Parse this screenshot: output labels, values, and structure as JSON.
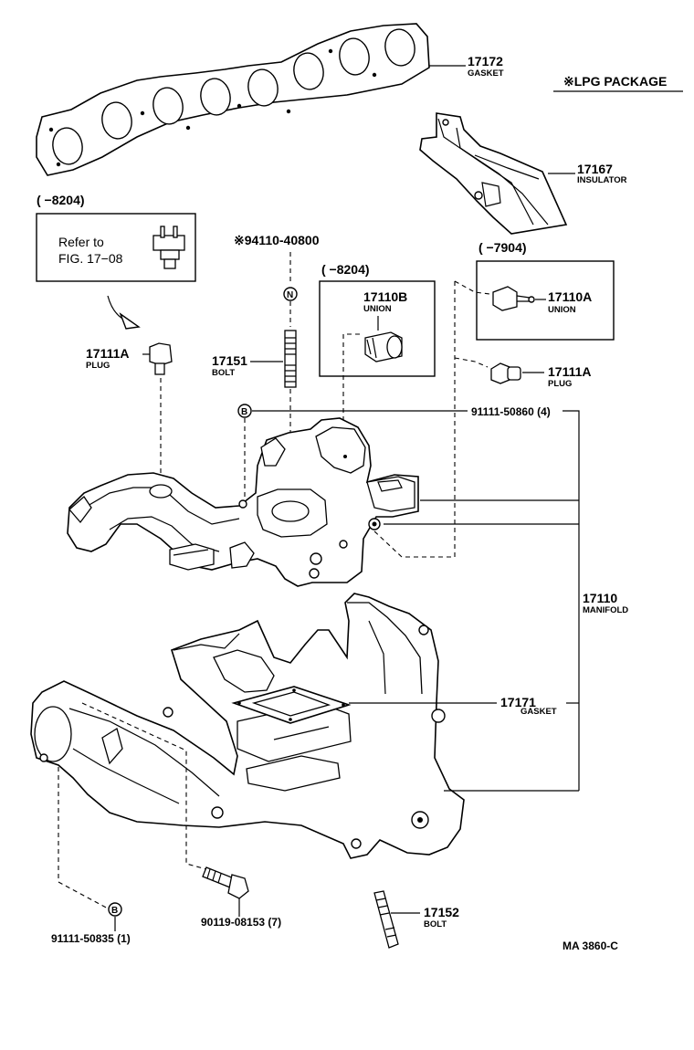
{
  "lpg_note": "※LPG PACKAGE",
  "ref_box": {
    "line1": "Refer to",
    "line2": "FIG. 17−08"
  },
  "ranges": {
    "r8204": "(     −8204)",
    "r7904": "(     −7904)"
  },
  "circle_marks": {
    "n": "N",
    "b": "B"
  },
  "parts": {
    "gasket_top": {
      "num": "17172",
      "name": "GASKET"
    },
    "insulator": {
      "num": "17167",
      "name": "INSULATOR"
    },
    "stud_94110": {
      "num": "※94110-40800"
    },
    "union_b": {
      "num": "17110B",
      "name": "UNION"
    },
    "union_a": {
      "num": "17110A",
      "name": "UNION"
    },
    "plug_left": {
      "num": "17111A",
      "name": "PLUG"
    },
    "plug_right": {
      "num": "17111A",
      "name": "PLUG"
    },
    "bolt_17151": {
      "num": "17151",
      "name": "BOLT"
    },
    "stud_91111_4": {
      "num": "91111-50860 (4)"
    },
    "manifold": {
      "num": "17110",
      "name": "MANIFOLD"
    },
    "gasket_mid": {
      "num": "17171",
      "name": "GASKET"
    },
    "bolt_17152": {
      "num": "17152",
      "name": "BOLT"
    },
    "bolt_90119": {
      "num": "90119-08153 (7)"
    },
    "stud_91111_1": {
      "num": "91111-50835 (1)"
    }
  },
  "figure_code": "MA 3860-C"
}
